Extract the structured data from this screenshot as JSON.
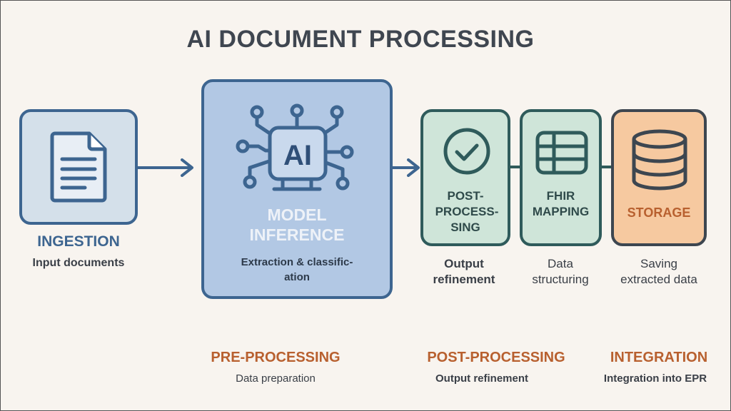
{
  "title": "AI DOCUMENT PROCESSING",
  "colors": {
    "blue": "#3d6590",
    "teal": "#2f5b5b",
    "orange": "#b8602f",
    "text": "#3a3f47"
  },
  "steps": [
    {
      "name": "INGESTION",
      "desc": "Input documents",
      "icon": "document-icon"
    },
    {
      "name_line1": "MODEL",
      "name_line2": "INFERENCE",
      "desc_line1": "Extraction & classific-",
      "desc_line2": "ation",
      "icon": "ai-chip-icon"
    },
    {
      "name_line1": "POST-",
      "name_line2": "PROCESS-",
      "name_line3": "SING",
      "desc_line1": "Output",
      "desc_line2": "refinement",
      "icon": "checkmark-circle-icon"
    },
    {
      "name_line1": "FHIR",
      "name_line2": "MAPPING",
      "desc_line1": "Data",
      "desc_line2": "structuring",
      "icon": "table-icon"
    },
    {
      "name": "STORAGE",
      "desc_line1": "Saving",
      "desc_line2": "extracted data",
      "icon": "database-icon"
    }
  ],
  "icon_text": {
    "ai": "AI"
  },
  "phases": [
    {
      "name": "PRE-PROCESSING",
      "desc": "Data preparation"
    },
    {
      "name": "POST-PROCESSING",
      "desc": "Output refinement"
    },
    {
      "name": "INTEGRATION",
      "desc": "Integration into EPR"
    }
  ]
}
